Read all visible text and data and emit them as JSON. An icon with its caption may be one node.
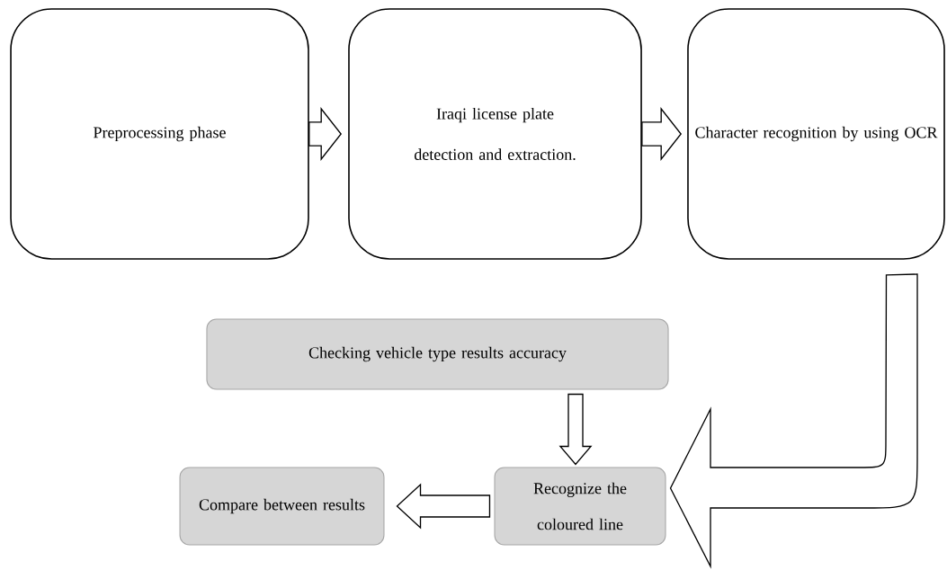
{
  "diagram": {
    "nodes": [
      {
        "text": [
          "Preprocessing phase"
        ]
      },
      {
        "text": [
          "Iraqi license plate detection and extraction."
        ]
      },
      {
        "text": [
          "Character recognition by using OCR"
        ]
      },
      {
        "text": [
          "Checking vehicle type results accuracy"
        ]
      },
      {
        "text": [
          "Recognize the coloured line"
        ]
      },
      {
        "text": [
          "Compare between results"
        ]
      }
    ],
    "edges": [
      {
        "from": 0,
        "to": 1,
        "arrow": "to"
      },
      {
        "from": 1,
        "to": 2,
        "arrow": "to"
      },
      {
        "from": 2,
        "to": 4,
        "arrow": "to"
      },
      {
        "from": 3,
        "to": 4,
        "arrow": "to"
      },
      {
        "from": 4,
        "to": 5,
        "arrow": "to"
      }
    ]
  }
}
